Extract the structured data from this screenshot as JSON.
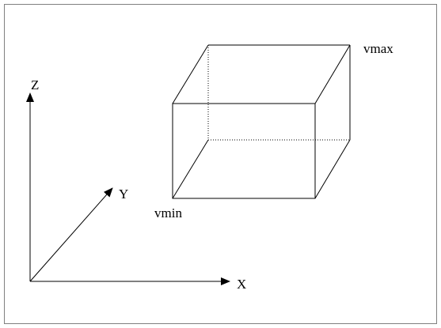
{
  "axes": {
    "x_label": "X",
    "y_label": "Y",
    "z_label": "Z"
  },
  "box": {
    "min_label": "vmin",
    "max_label": "vmax"
  },
  "colors": {
    "stroke": "#000000",
    "frame": "#000000",
    "background": "#ffffff"
  }
}
